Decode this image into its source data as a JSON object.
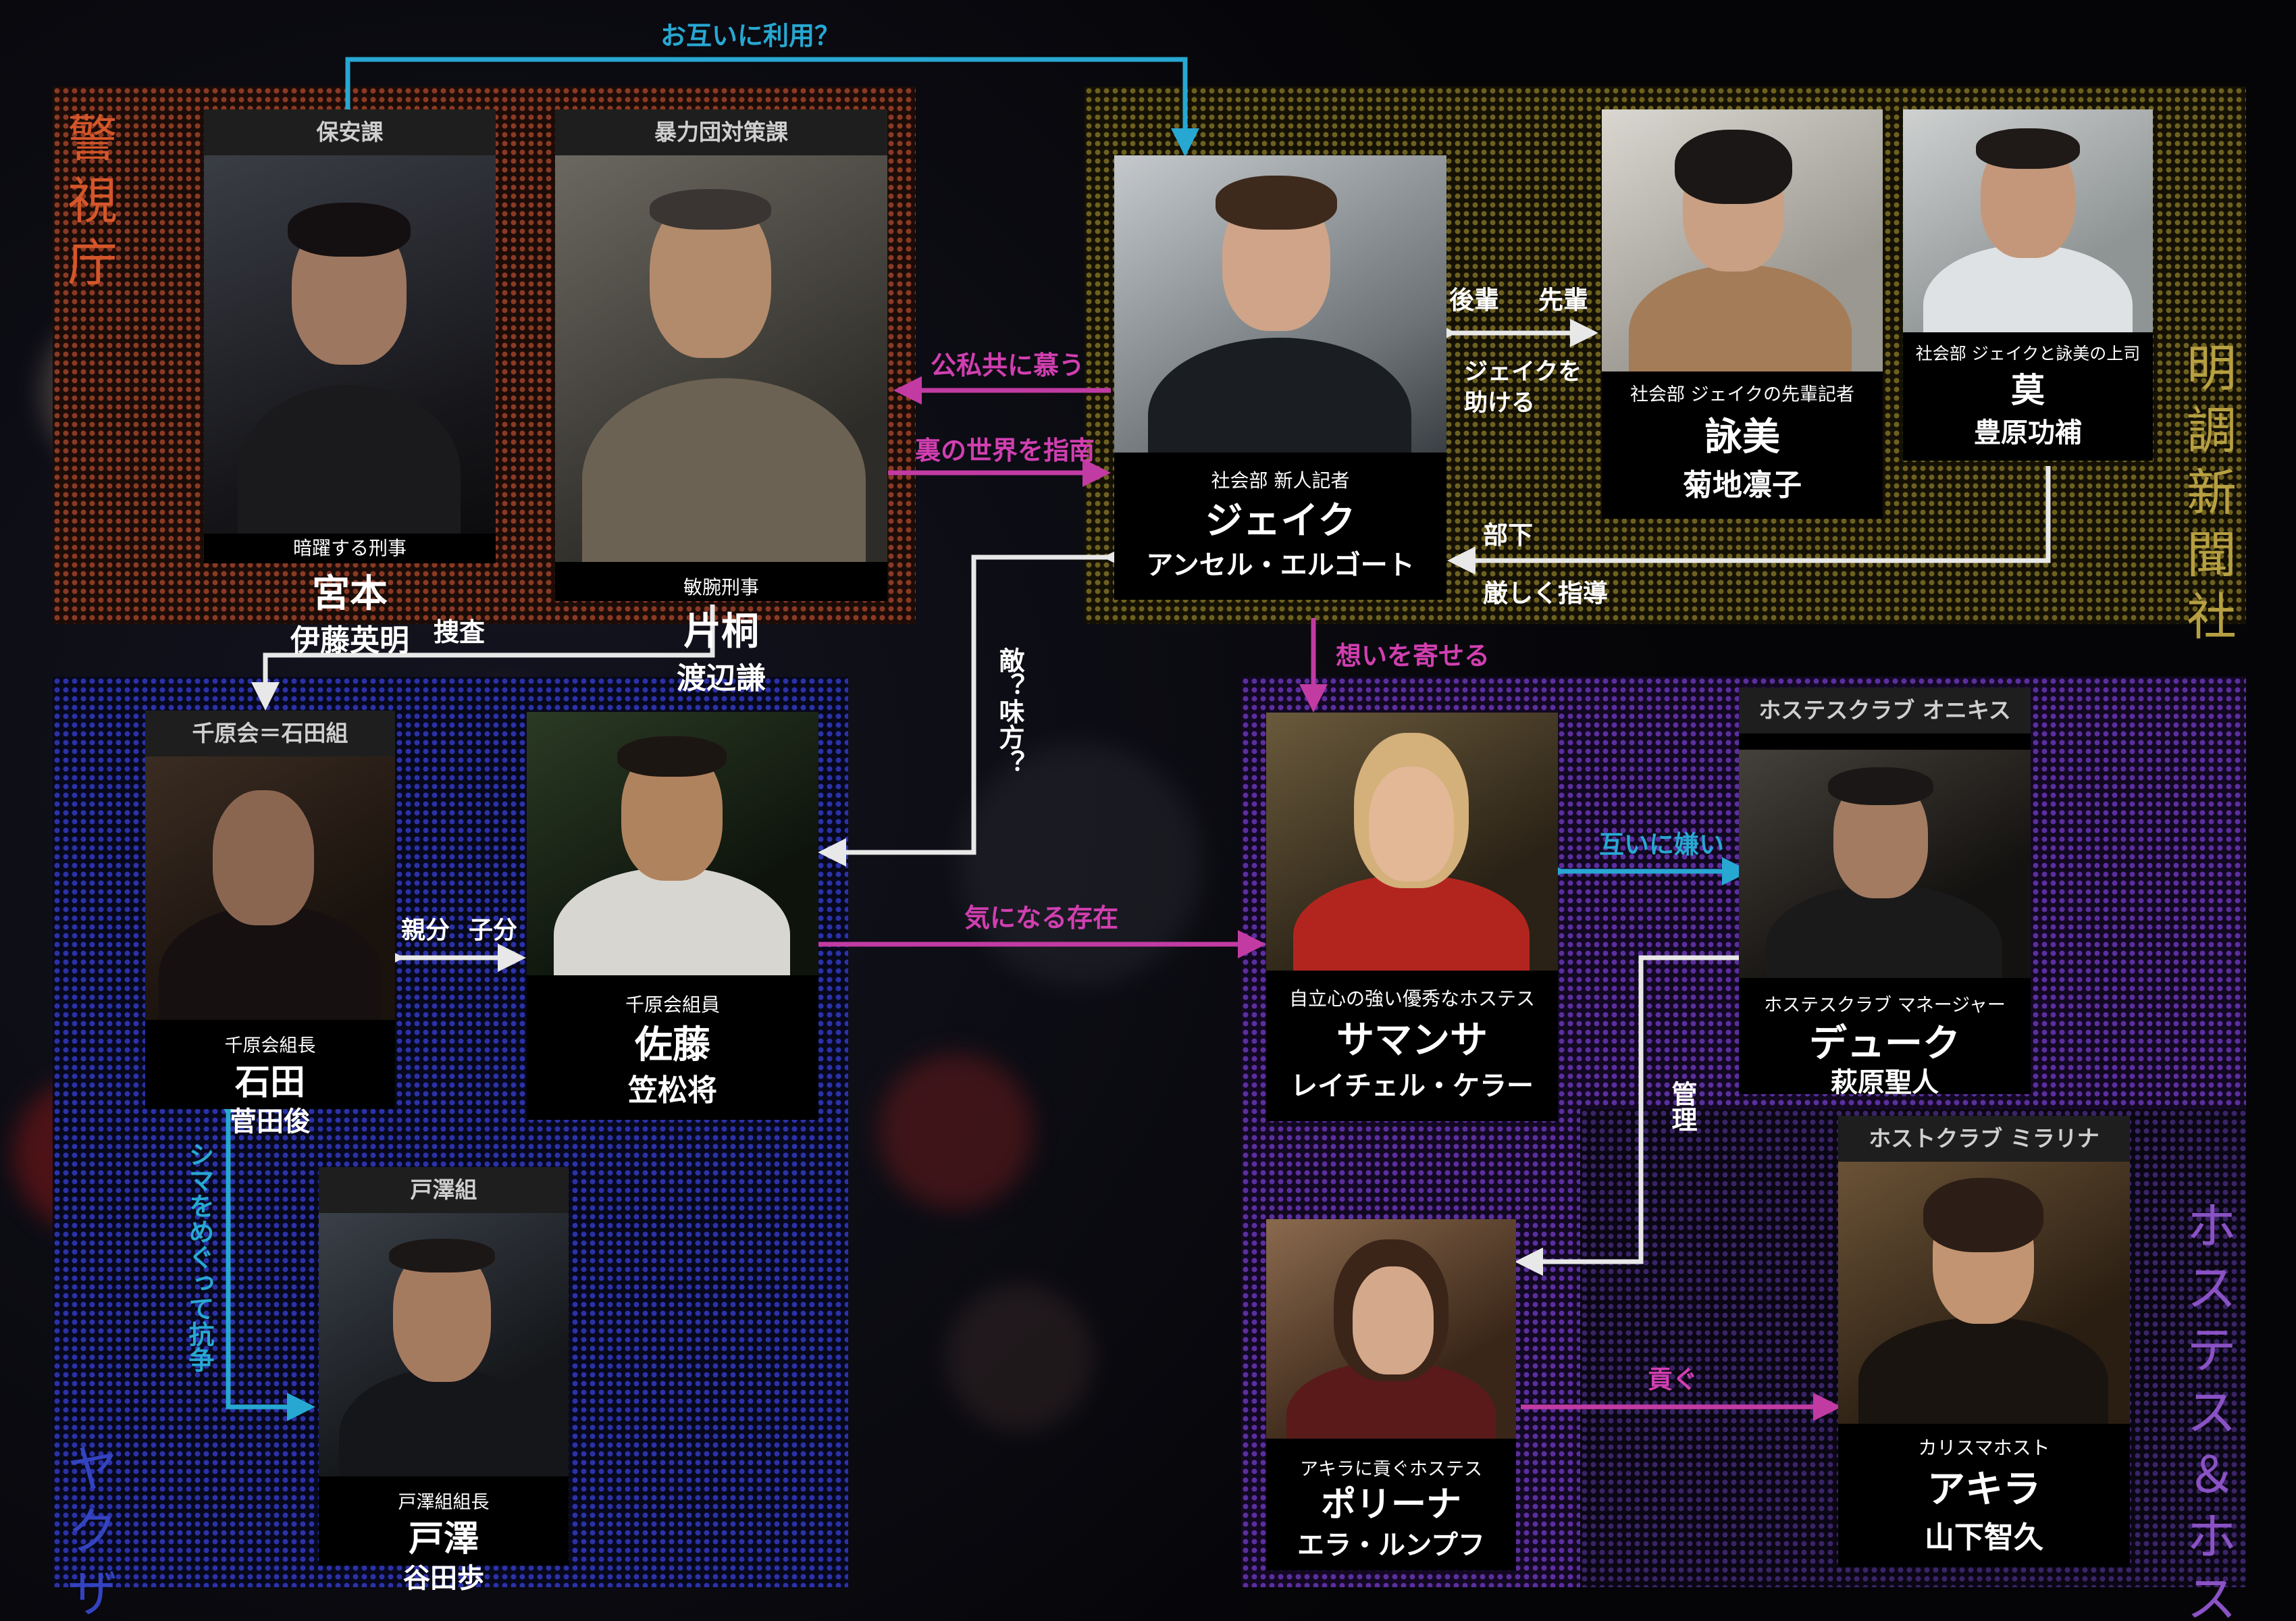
{
  "groups": {
    "police": "警視庁",
    "news": "明調新聞社",
    "yakuza": "ヤクザ",
    "hostess": "ホステス＆ホスト"
  },
  "cards": {
    "miyamoto": {
      "header": "保安課",
      "role": "暗躍する刑事",
      "name": "宮本",
      "actor": "伊藤英明"
    },
    "katagiri": {
      "header": "暴力団対策課",
      "role": "敏腕刑事",
      "name": "片桐",
      "actor": "渡辺謙"
    },
    "jake": {
      "role": "社会部 新人記者",
      "name": "ジェイク",
      "actor": "アンセル・エルゴート"
    },
    "emi": {
      "role": "社会部 ジェイクの先輩記者",
      "name": "詠美",
      "actor": "菊地凛子"
    },
    "baku": {
      "role": "社会部 ジェイクと詠美の上司",
      "name": "莫",
      "actor": "豊原功補"
    },
    "ishida": {
      "header": "千原会＝石田組",
      "role": "千原会組長",
      "name": "石田",
      "actor": "菅田俊"
    },
    "sato": {
      "role": "千原会組員",
      "name": "佐藤",
      "actor": "笠松将"
    },
    "tozawa": {
      "header": "戸澤組",
      "role": "戸澤組組長",
      "name": "戸澤",
      "actor": "谷田歩"
    },
    "samantha": {
      "role": "自立心の強い優秀なホステス",
      "name": "サマンサ",
      "actor": "レイチェル・ケラー"
    },
    "duke": {
      "header": "ホステスクラブ オニキス",
      "role": "ホステスクラブ マネージャー",
      "name": "デューク",
      "actor": "萩原聖人"
    },
    "polina": {
      "role": "アキラに貢ぐホステス",
      "name": "ポリーナ",
      "actor": "エラ・ルンプフ"
    },
    "akira": {
      "header": "ホストクラブ ミラリナ",
      "role": "カリスマホスト",
      "name": "アキラ",
      "actor": "山下智久"
    }
  },
  "relations": {
    "mutual_use": "お互いに利用？",
    "public_private": "公私共に慕う",
    "underworld": "裏の世界を指南",
    "senior_junior_a": "後輩",
    "senior_junior_b": "先輩",
    "help_a": "ジェイクを",
    "help_b": "助ける",
    "subordinate": "部下",
    "strict": "厳しく指導",
    "investigation": "捜査",
    "enemy_or_ally": "敵？味方？",
    "boss_henchman_a": "親分",
    "boss_henchman_b": "子分",
    "curious": "気になる存在",
    "feelings": "想いを寄せる",
    "mutual_dislike": "互いに嫌い",
    "manage": "管理",
    "territory_feud": "シマをめぐって抗争",
    "support": "貢ぐ"
  },
  "colors": {
    "white_arrow": "#e8e8e8",
    "cyan_arrow": "#27a8d2",
    "magenta_arrow": "#c23ba3",
    "police_text": "#d4562a",
    "news_text": "#b7a042",
    "yakuza_text": "#3343c0",
    "hostess_text": "#8a52c4"
  }
}
